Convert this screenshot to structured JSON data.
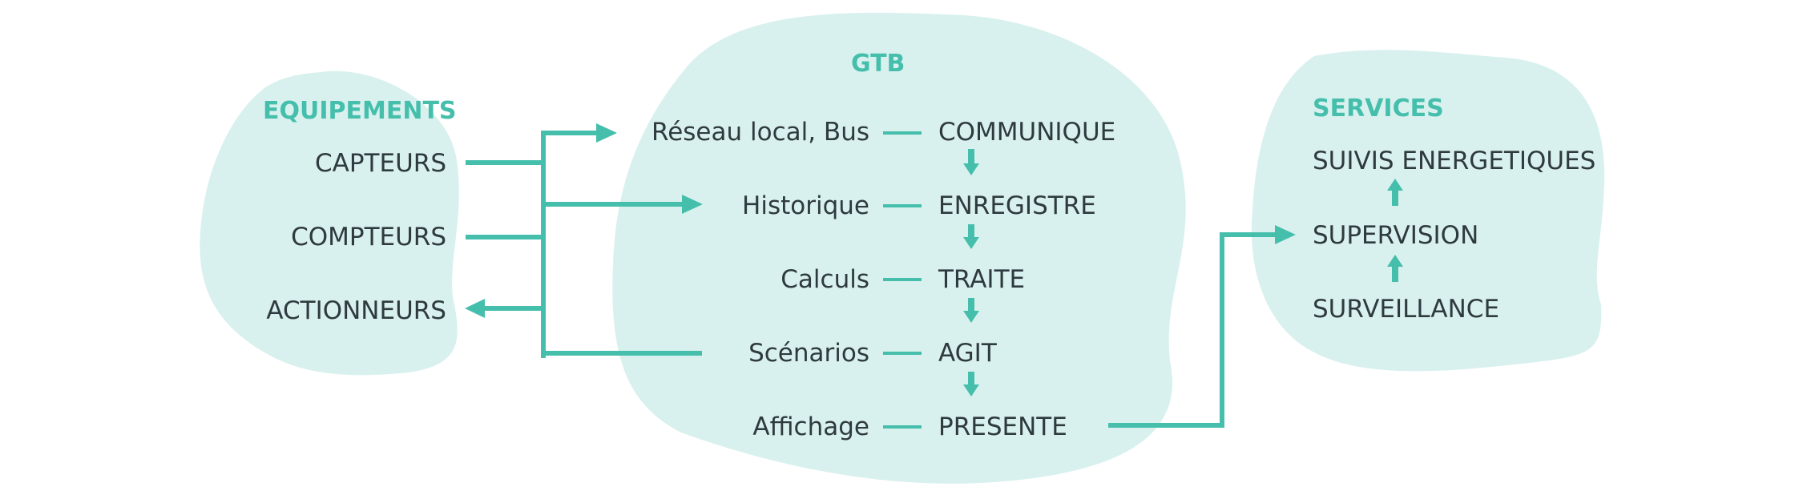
{
  "colors": {
    "blob": "#d9f1ee",
    "accent": "#45bfac",
    "text": "#2e3a3f",
    "title": "#45bfac"
  },
  "equipements": {
    "title": "EQUIPEMENTS",
    "items": [
      "CAPTEURS",
      "COMPTEURS",
      "ACTIONNEURS"
    ]
  },
  "gtb": {
    "title": "GTB",
    "rows": [
      {
        "left": "Réseau local, Bus",
        "right": "COMMUNIQUE"
      },
      {
        "left": "Historique",
        "right": "ENREGISTRE"
      },
      {
        "left": "Calculs",
        "right": "TRAITE"
      },
      {
        "left": "Scénarios",
        "right": "AGIT"
      },
      {
        "left": "Affichage",
        "right": "PRESENTE"
      }
    ]
  },
  "services": {
    "title": "SERVICES",
    "items": [
      "SUIVIS ENERGETIQUES",
      "SUPERVISION",
      "SURVEILLANCE"
    ]
  }
}
